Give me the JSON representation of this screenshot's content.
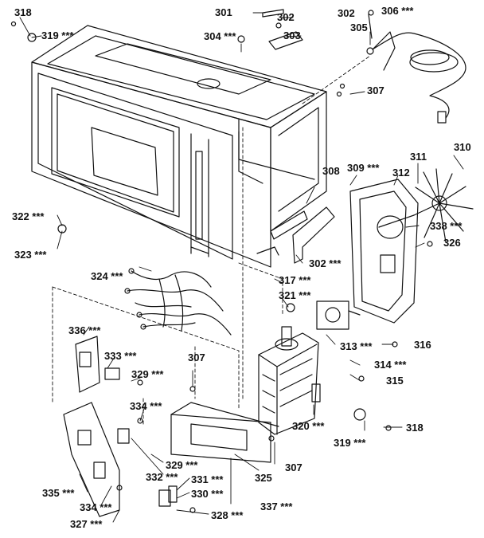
{
  "labels": {
    "l301": "301",
    "l302a": "302",
    "l302b": "302",
    "l302c": "302 ***",
    "l303": "303",
    "l304": "304 ***",
    "l305": "305",
    "l306": "306 ***",
    "l307a": "307",
    "l307b": "307",
    "l307c": "307",
    "l308": "308",
    "l309": "309 ***",
    "l310": "310",
    "l311": "311",
    "l312": "312",
    "l313": "313 ***",
    "l314": "314 ***",
    "l315": "315",
    "l316": "316",
    "l317": "317 ***",
    "l318a": "318",
    "l318b": "318",
    "l319a": "319 ***",
    "l319b": "319 ***",
    "l320": "320 ***",
    "l321": "321 ***",
    "l322": "322 ***",
    "l323": "323 ***",
    "l324": "324 ***",
    "l325": "325",
    "l326": "326",
    "l327": "327 ***",
    "l328": "328 ***",
    "l329a": "329 ***",
    "l329b": "329 ***",
    "l330": "330 ***",
    "l331": "331 ***",
    "l332": "332 ***",
    "l333": "333 ***",
    "l334a": "334 ***",
    "l334b": "334 ***",
    "l335": "335 ***",
    "l336": "336 ***",
    "l337": "337 ***",
    "l338": "338 ***"
  },
  "colors": {
    "line": "#111111",
    "background": "#ffffff"
  }
}
